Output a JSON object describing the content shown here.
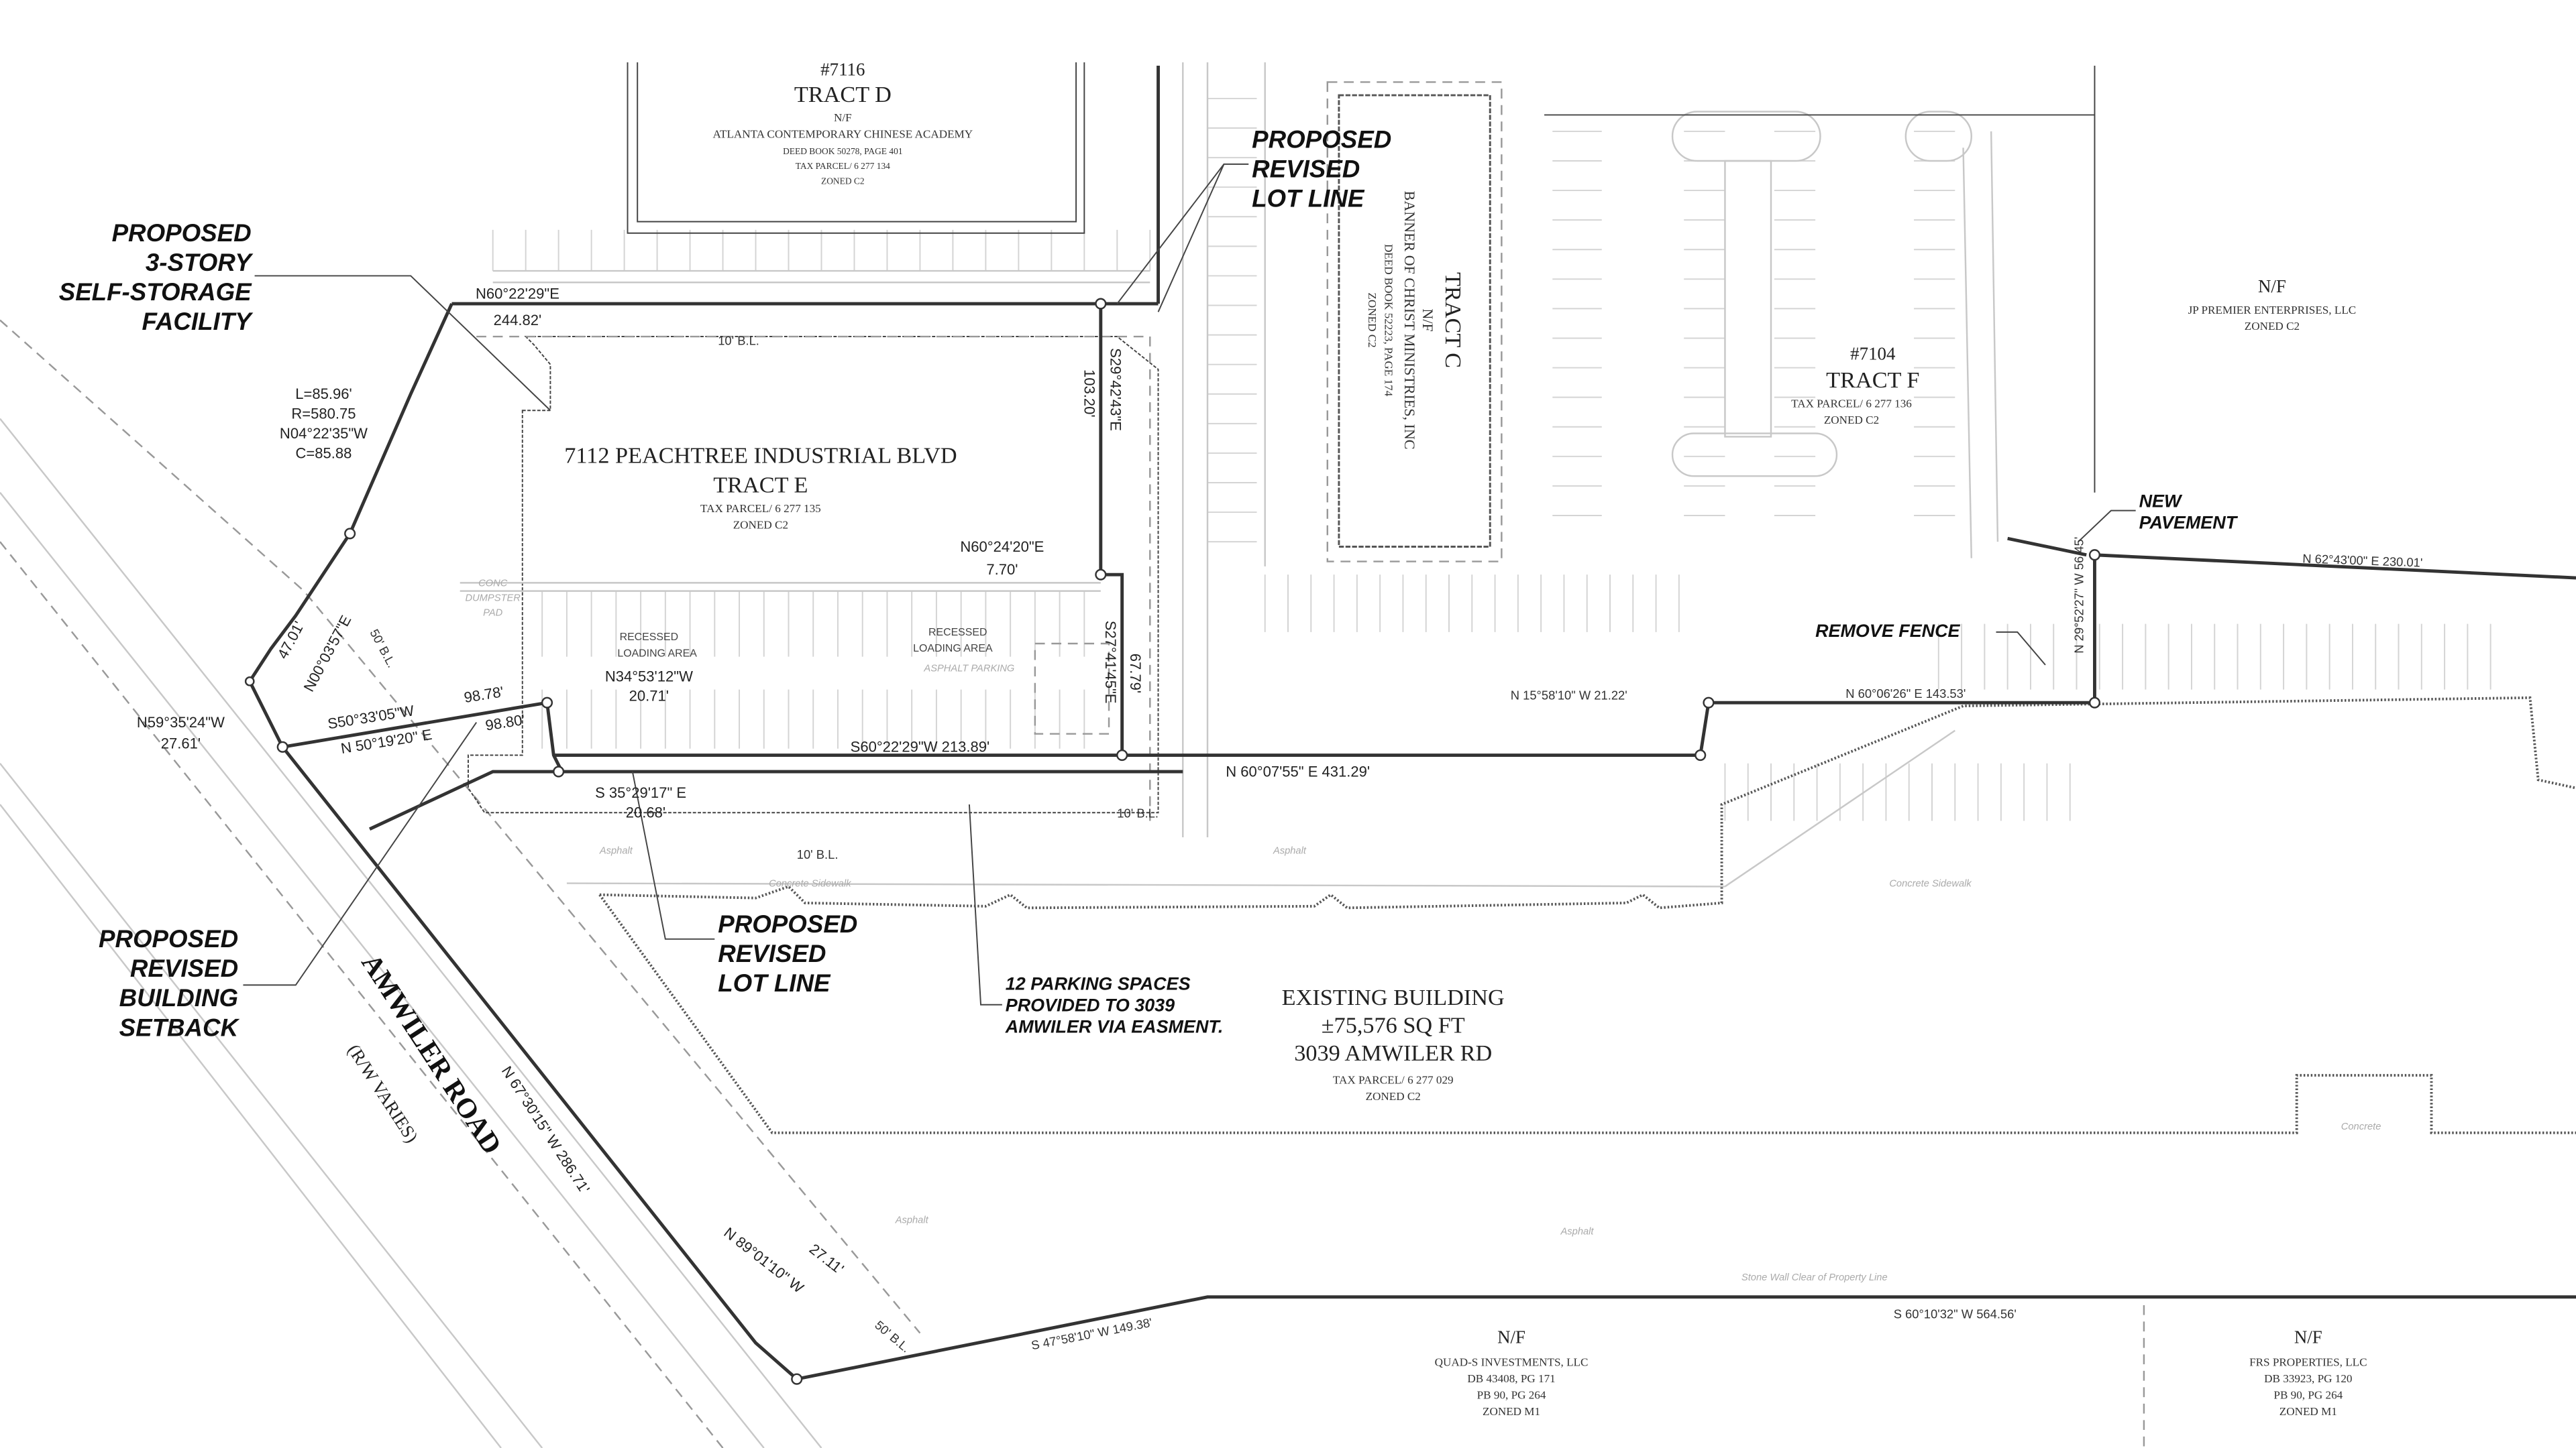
{
  "callouts": {
    "storage": [
      "PROPOSED",
      "3-STORY",
      "SELF-STORAGE",
      "FACILITY"
    ],
    "lot_line_top": [
      "PROPOSED",
      "REVISED",
      "LOT LINE"
    ],
    "setback": [
      "PROPOSED",
      "REVISED",
      "BUILDING",
      "SETBACK"
    ],
    "lot_line_bottom": [
      "PROPOSED",
      "REVISED",
      "LOT LINE"
    ],
    "parking": [
      "12 PARKING SPACES",
      "PROVIDED TO 3039",
      "AMWILER VIA EASMENT."
    ],
    "new_pavement": [
      "NEW",
      "PAVEMENT"
    ],
    "remove_fence": "REMOVE FENCE"
  },
  "tracts": {
    "d": {
      "number": "#7116",
      "name": "TRACT D",
      "nf": "N/F",
      "owner": "ATLANTA CONTEMPORARY CHINESE ACADEMY",
      "deed": "DEED BOOK 50278, PAGE 401",
      "parcel": "TAX PARCEL/ 6 277 134",
      "zoned": "ZONED C2"
    },
    "e": {
      "address": "7112 PEACHTREE INDUSTRIAL BLVD",
      "name": "TRACT E",
      "parcel": "TAX PARCEL/ 6 277 135",
      "zoned": "ZONED C2"
    },
    "c": {
      "name": "TRACT C",
      "nf": "N/F",
      "owner": "BANNER OF CHRIST MINISTRIES, INC",
      "deed": "DEED BOOK 52223, PAGE 174",
      "zoned": "ZONED C2"
    },
    "f": {
      "number": "#7104",
      "name": "TRACT F",
      "parcel": "TAX PARCEL/ 6 277 136",
      "zoned": "ZONED C2"
    },
    "jp": {
      "nf": "N/F",
      "owner": "JP PREMIER ENTERPRISES, LLC",
      "zoned": "ZONED C2"
    },
    "existing": {
      "title": "EXISTING BUILDING",
      "area": "±75,576 SQ FT",
      "address": "3039 AMWILER RD",
      "parcel": "TAX PARCEL/ 6 277 029",
      "zoned": "ZONED C2"
    },
    "quad": {
      "nf": "N/F",
      "owner": "QUAD-S INVESTMENTS, LLC",
      "db": "DB 43408, PG 171",
      "pb": "PB 90, PG 264",
      "zoned": "ZONED M1"
    },
    "frs": {
      "nf": "N/F",
      "owner": "FRS PROPERTIES, LLC",
      "db": "DB 33923, PG 120",
      "pb": "PB 90, PG 264",
      "zoned": "ZONED M1"
    }
  },
  "road": {
    "name": "AMWILER ROAD",
    "row": "(R/W VARIES)"
  },
  "bearings": {
    "top_b": "N60°22'29\"E",
    "top_d": "244.82'",
    "east_b": "S29°42'43\"E",
    "east_d": "103.20'",
    "curve": [
      "L=85.96'",
      "R=580.75",
      "N04°22'35\"W",
      "C=85.88"
    ],
    "west_d": "47.01'",
    "west_b": "N00°03'57\"E",
    "jog_b": "N60°24'20\"E",
    "jog_d": "7.70'",
    "east2_b": "S27°41'45\"E",
    "east2_d": "67.79'",
    "nw_b": "N34°53'12\"W",
    "nw_d": "20.71'",
    "corner_b": "N59°35'24\"W",
    "corner_d": "27.61'",
    "sw_b": "S50°33'05\"W",
    "sw_d1": "98.78'",
    "sw_d2": "98.80'",
    "ne_b": "N 50°19'20\" E",
    "south": "S60°22'29\"W   213.89'",
    "se_b": "S 35°29'17\" E",
    "se_d": "20.68'",
    "mid": "N 60°07'55\" E   431.29'",
    "jog2": "N 15°58'10\" W   21.22'",
    "fence": "N 60°06'26\" E  143.53'",
    "up": "N 29°52'27\" W  56.45'",
    "ne": "N 62°43'00\" E  230.01'",
    "road": "N 67°30'15\" W   286.71'",
    "corner2_b": "N 89°01'10\" W",
    "corner2_d": "27.11'",
    "bottom1": "S 47°58'10\" W  149.38'",
    "bottom2": "S 60°10'32\" W  564.56'"
  },
  "labels": {
    "recessed1": [
      "RECESSED",
      "LOADING AREA"
    ],
    "recessed2": [
      "RECESSED",
      "LOADING AREA"
    ],
    "asphalt_parking": "ASPHALT PARKING",
    "dumpster": [
      "CONC",
      "DUMPSTER",
      "PAD"
    ],
    "bl10": "10' B.L.",
    "bl50": "50' B.L.",
    "asphalt": "Asphalt",
    "sidewalk": "Concrete Sidewalk",
    "stone_wall": "Stone Wall Clear of Property Line",
    "concrete": "Concrete"
  }
}
